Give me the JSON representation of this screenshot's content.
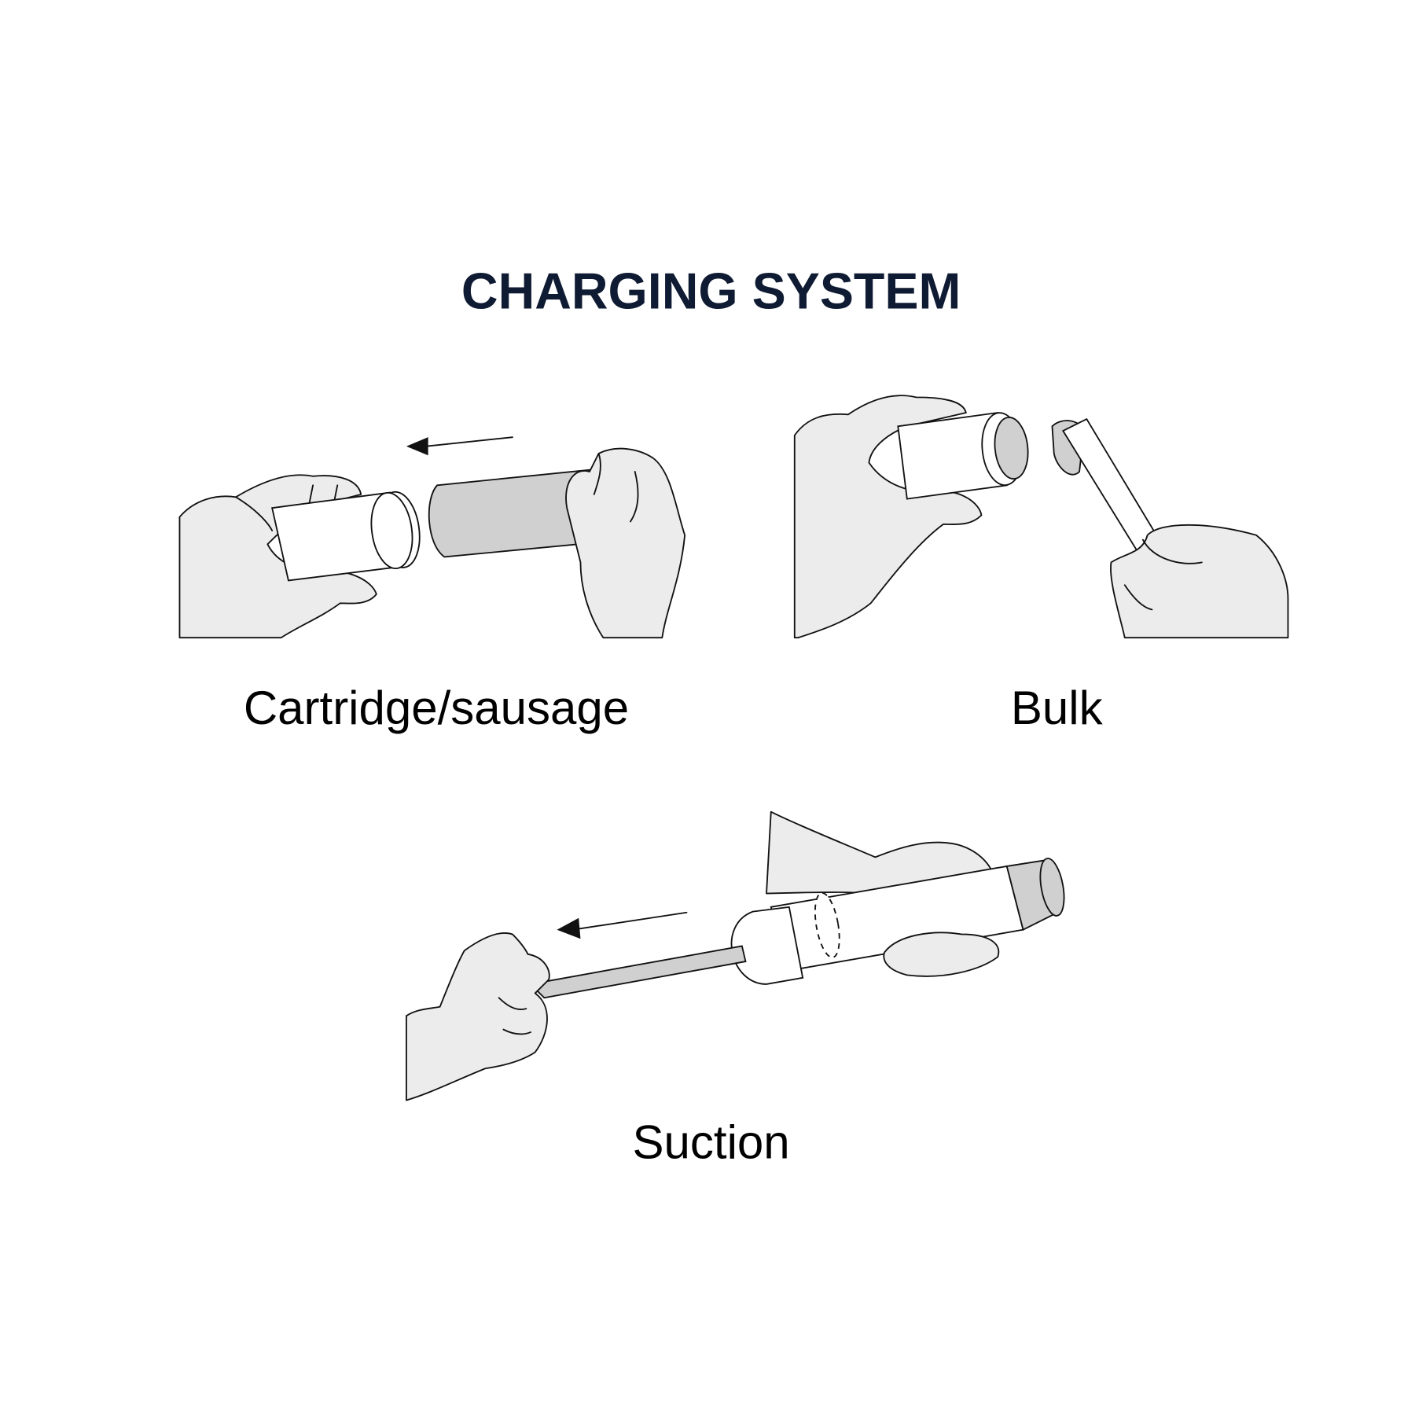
{
  "title": "CHARGING SYSTEM",
  "methods": [
    {
      "label": "Cartridge/sausage"
    },
    {
      "label": "Bulk"
    },
    {
      "label": "Suction"
    }
  ],
  "colors": {
    "title": "#0f1b33",
    "hand_fill": "#ececec",
    "material_fill": "#d0d0d0"
  }
}
